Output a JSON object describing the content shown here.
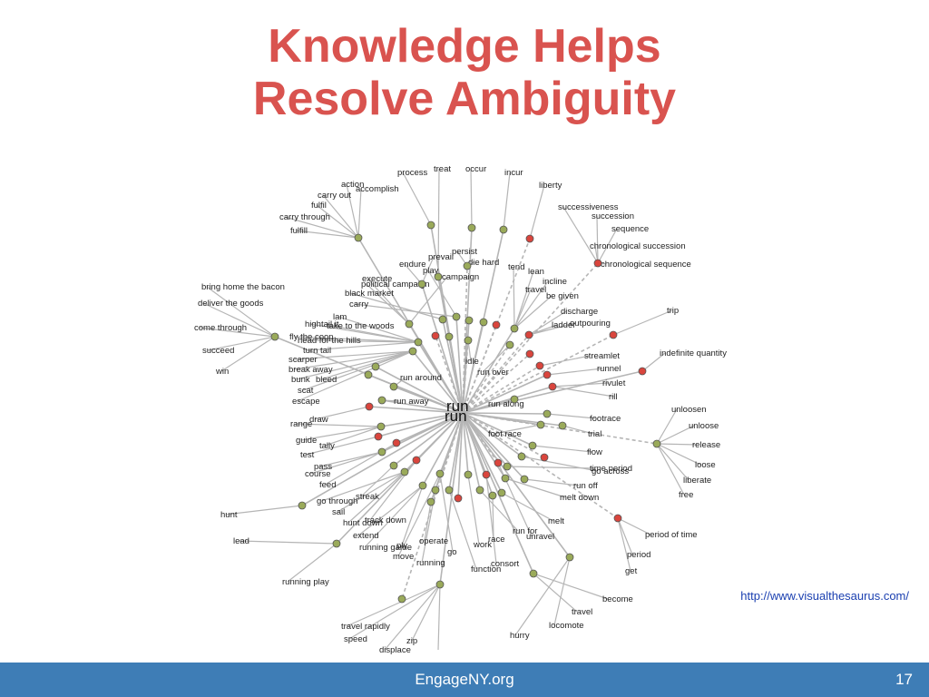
{
  "slide": {
    "title_line1": "Knowledge Helps",
    "title_line2": "Resolve Ambiguity",
    "credit": "http://www.visualthesaurus.com/",
    "footer": "EngageNY.org",
    "page": "17"
  },
  "colors": {
    "title": "#d9534f",
    "footer_bg": "#3e7db6",
    "node_green": "#9aaa5a",
    "node_red": "#d9453d",
    "edge": "#b5b5b5"
  },
  "graph": {
    "center": "run",
    "words": [
      "action",
      "accomplish",
      "carry out",
      "fulfil",
      "carry through",
      "fulfill",
      "process",
      "treat",
      "occur",
      "incur",
      "liberty",
      "successiveness",
      "succession",
      "sequence",
      "chronological succession",
      "chronological sequence",
      "bring home the bacon",
      "deliver the goods",
      "come through",
      "succeed",
      "win",
      "endure",
      "prevail",
      "persist",
      "die hard",
      "tend",
      "lean",
      "incline",
      "be given",
      "travel",
      "execute",
      "political campaign",
      "campaign",
      "black market",
      "carry",
      "play",
      "lam",
      "hightail it",
      "take to the woods",
      "fly the coop",
      "head for the hills",
      "turn tail",
      "scarper",
      "break away",
      "bunk",
      "bleed",
      "scat",
      "escape",
      "run around",
      "idle",
      "run over",
      "discharge",
      "outpouring",
      "ladder",
      "trip",
      "streamlet",
      "runnel",
      "rivulet",
      "rill",
      "indefinite quantity",
      "run away",
      "run along",
      "unloosen",
      "unloose",
      "release",
      "loose",
      "liberate",
      "free",
      "range",
      "draw",
      "guide",
      "tally",
      "test",
      "foot race",
      "trial",
      "footrace",
      "pass",
      "course",
      "feed",
      "flow",
      "streak",
      "go across",
      "go through",
      "sail",
      "hunt down",
      "track down",
      "hunt",
      "lead",
      "running play",
      "extend",
      "running game",
      "ply",
      "operate",
      "move",
      "go",
      "running",
      "function",
      "work",
      "consort",
      "run for",
      "race",
      "unravel",
      "melt",
      "melt down",
      "run off",
      "time period",
      "period of time",
      "period",
      "get",
      "become",
      "travel",
      "locomote",
      "hurry",
      "travel rapidly",
      "speed",
      "displace",
      "zip"
    ]
  }
}
